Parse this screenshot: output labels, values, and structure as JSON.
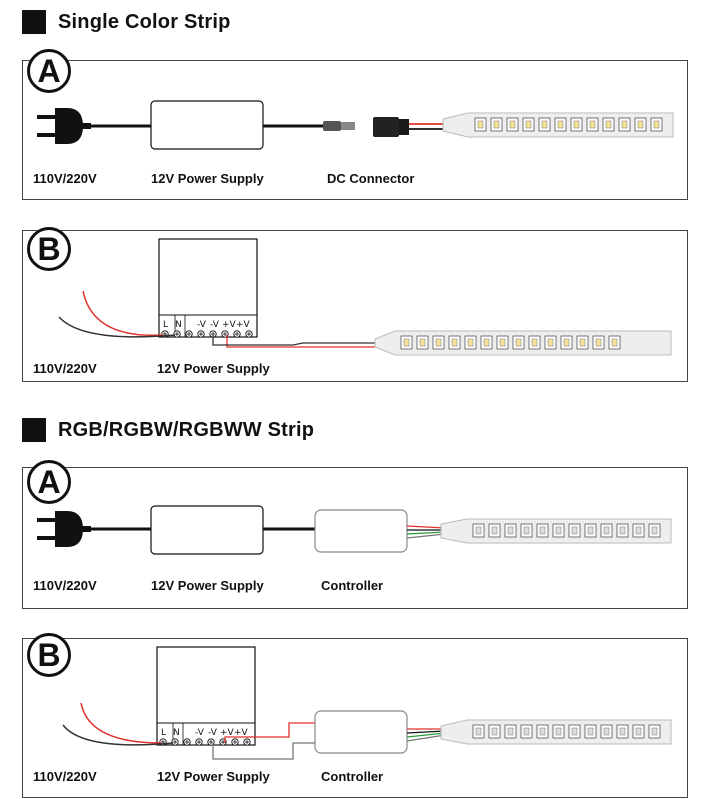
{
  "sections": [
    {
      "title": "Single Color Strip",
      "panels": [
        {
          "badge": "A",
          "labels": {
            "mains": "110V/220V",
            "psu": "12V Power Supply",
            "connector": "DC Connector"
          }
        },
        {
          "badge": "B",
          "labels": {
            "mains": "110V/220V",
            "psu": "12V Power Supply"
          },
          "terminals": [
            "L",
            "N",
            "-V",
            "-V",
            "+V",
            "+V"
          ]
        }
      ]
    },
    {
      "title": "RGB/RGBW/RGBWW Strip",
      "panels": [
        {
          "badge": "A",
          "labels": {
            "mains": "110V/220V",
            "psu": "12V Power Supply",
            "controller": "Controller"
          }
        },
        {
          "badge": "B",
          "labels": {
            "mains": "110V/220V",
            "psu": "12V Power Supply",
            "controller": "Controller"
          },
          "terminals": [
            "L",
            "N",
            "-V",
            "-V",
            "+V",
            "+V"
          ]
        }
      ]
    }
  ],
  "colors": {
    "wire": "#111111",
    "red_wire": "#e0302a",
    "green_wire": "#2a9a3a",
    "led_yellow": "#f6e39a",
    "strip": "#eeeeee"
  }
}
